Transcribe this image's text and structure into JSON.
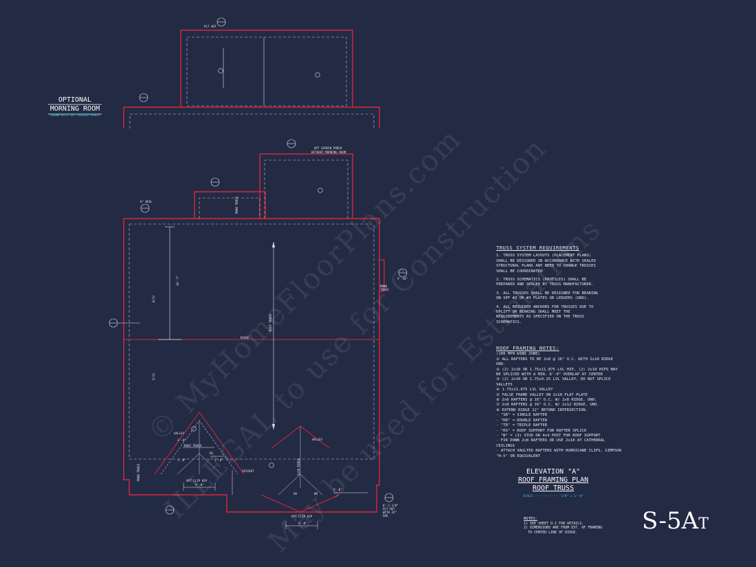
{
  "watermark": {
    "line1": "© MyHomeFloorPlans.com",
    "line2": "ILLEGAL to use for Construction",
    "line3": "May be used for Estimations"
  },
  "optional_room": {
    "line1": "OPTIONAL",
    "line2": "MORNING ROOM",
    "note": "SHOWN WITH OPT SCREEN PORCH"
  },
  "labels": {
    "opt_screen_porch": "OPT SCREEN PORCH",
    "without_morning_room": "WITHOUT MORNING ROOM",
    "heel": "6\" HEEL",
    "plt_ht": "PLT HGT",
    "ridge": "RIDGE",
    "hip_ridge": "2x10 RIDGE",
    "roof_truss": "ROOF TRUSS",
    "mono_truss": "MONO TRUSS",
    "rs": "RS",
    "opt_clip_hip": "OPT CLIP HIP",
    "cricket": "CRICKET",
    "valley": "VALLEY",
    "sr": "SR",
    "dr": "DR",
    "dim_left_span": "18'-7\"",
    "dim_5_0": "5'-0\"",
    "dim_3_6": "3'-6\"",
    "dim_1_0": "1'-0\"",
    "dim_5_10": "5'-10\"",
    "pitch_a": "8/12",
    "pitch_b": "6/12",
    "plt_hgt_right": "8'-1 1/8\" PLT HGT WITH 24\" SOE"
  },
  "truss_requirements": {
    "title": "TRUSS SYSTEM REQUIREMENTS",
    "items": [
      "1. TRUSS SYSTEM LAYOUTS (PLACEMENT PLANS) SHALL BE DESIGNED IN ACCORDANCE WITH SEALED STRUCTURAL PLANS ANY NEED TO CHANGE TRUSSES SHALL BE COORDINATED",
      "2. TRUSS SCHEMATICS (PROFILES) SHALL BE PREPARED AND SEALED BY TRUSS MANUFACTURER.",
      "3. ALL TRUSSES SHALL BE DESIGNED FOR BEARING ON SPF #2 OR #3 PLATES OR LEDGERS (UNO).",
      "4. ALL REQUIRED ANCHORS FOR TRUSSES DUE TO UPLIFT OR BEARING SHALL MEET THE REQUIREMENTS AS SPECIFIED ON THE TRUSS SCHEMATICS."
    ]
  },
  "roof_framing_notes": {
    "title": "ROOF FRAMING NOTES:",
    "items": [
      "(100 MPH WIND ZONE)",
      "① ALL RAFTERS TO BE 2x8 @ 16\" O.C. WITH 2x10 RIDGE UNO.",
      "② (2) 2x10 OR 1.75x11.875 LVL HIP, (2) 2x10 HIPS MAY BE SPLICED WITH A MIN. 6'-0\" OVERLAP AT CENTER",
      "③ (2) 2x10 OR 1.75x9.25 LVL VALLEY, DO NOT SPLICE VALLEYS",
      "④ 1.75x11.875 LVL VALLEY",
      "⑤ FALSE FRAME VALLEY ON 2x10 FLAT PLATE",
      "⑥ 2x6 RAFTERS @ 16\" O.C. W/ 2x8 RIDGE, UNO.",
      "⑦ 2x8 RAFTERS @ 16\" O.C. W/ 2x12 RIDGE, UNO.",
      "⑧ EXTEND RIDGE 12\" BEYOND INTERSECTION.",
      "- \"SR\" = SINGLE RAFTER",
      "- \"DR\" = DOUBLE RAFTER",
      "- \"TR\" = TRIPLE RAFTER",
      "- \"RS\" = ROOF SUPPORT FOR RAFTER SPLICE",
      "- \"⊠\" = (3) STUD OR 4x4 POST FOR ROOF SUPPORT",
      "- FIR DOWN 2x8 RAFTERS OR USE 2x10 AT CATHEDRAL CEILINGS",
      "- ATTACH VAULTED RAFTERS WITH HURRICANE CLIPS, SIMPSON \"H-5\" OR EQUIVALENT"
    ]
  },
  "title_block": {
    "line1": "ELEVATION \"A\"",
    "line2": "ROOF FRAMING PLAN",
    "line3": "ROOF TRUSS",
    "scale": "SCALE: ------------ 1/8\" = 1'-0\""
  },
  "notes_block": {
    "title": "NOTES:",
    "items": [
      "1) SEE SHEET D-1 FOR DETAILS.",
      "2) DIMENSIONS ARE FROM EXT. OF FRAMING TO CENTER LINE OF RIDGE."
    ]
  },
  "sheet": {
    "main": "S-5A",
    "suffix": "T"
  },
  "colors": {
    "background": "#232a43",
    "wall_red": "#d8283f",
    "line_light": "#e6e8ee",
    "accent_cyan": "#2ed3e6"
  }
}
